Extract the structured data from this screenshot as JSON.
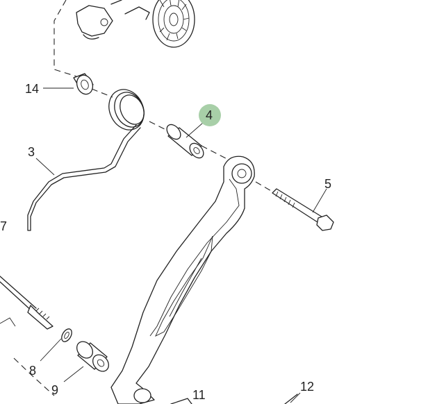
{
  "callouts": {
    "c14": "14",
    "c4": "4",
    "c3": "3",
    "c5": "5",
    "c7": "7",
    "c8": "8",
    "c9": "9",
    "c11": "11",
    "c12": "12"
  },
  "highlight_color": "#a8cfa8"
}
